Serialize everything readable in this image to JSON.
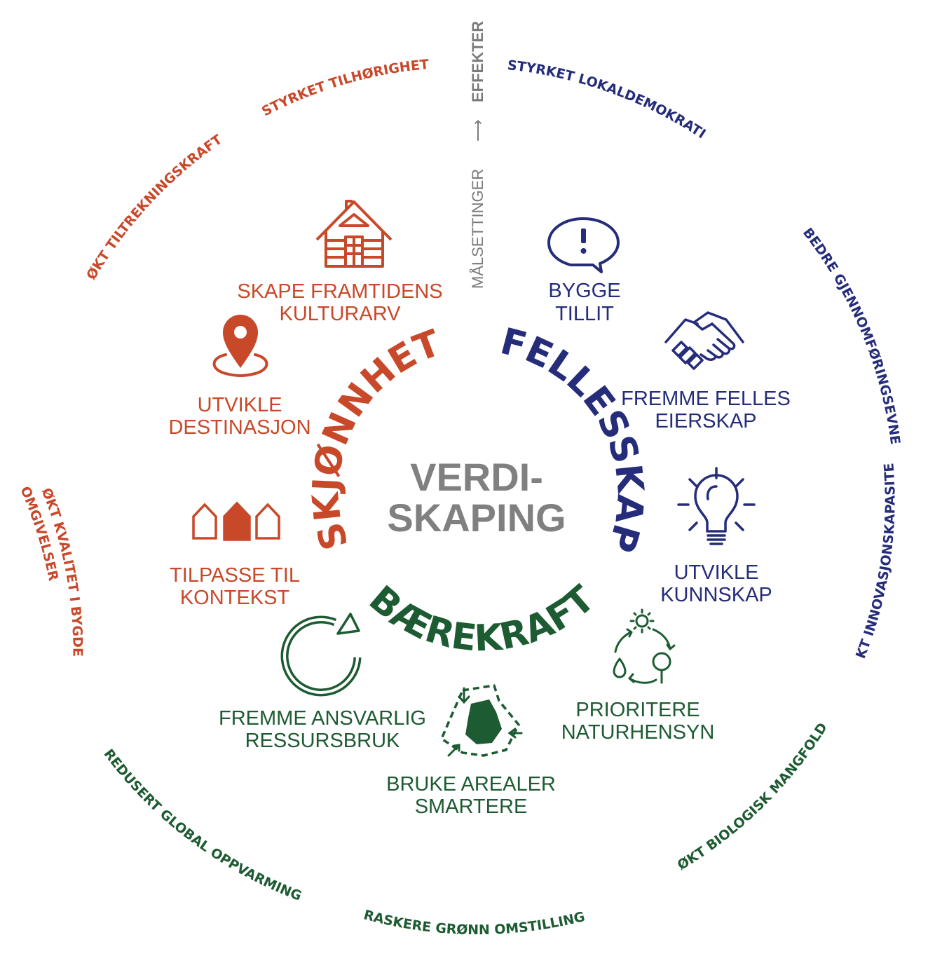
{
  "center": {
    "line1": "VERDI-",
    "line2": "SKAPING"
  },
  "axis": {
    "goals": "MÅLSETTINGER",
    "effects": "EFFEKTER",
    "arrow": "⟶"
  },
  "colors": {
    "red": "#C8482A",
    "blue": "#252D7B",
    "green": "#1D5B32",
    "gray": "#808080"
  },
  "pillars": {
    "skjonnhet": "SKJØNNHET",
    "fellesskap": "FELLESSKAP",
    "baerekraft": "BÆREKRAFT"
  },
  "goals": {
    "kulturarv": {
      "line1": "SKAPE FRAMTIDENS",
      "line2": "KULTURARV",
      "icon": "cabin-icon"
    },
    "destinasjon": {
      "line1": "UTVIKLE",
      "line2": "DESTINASJON",
      "icon": "map-pin-icon"
    },
    "kontekst": {
      "line1": "TILPASSE TIL",
      "line2": "KONTEKST",
      "icon": "houses-icon"
    },
    "tillit": {
      "line1": "BYGGE",
      "line2": "TILLIT",
      "icon": "speech-bubble-icon"
    },
    "eierskap": {
      "line1": "FREMME FELLES",
      "line2": "EIERSKAP",
      "icon": "handshake-icon"
    },
    "kunnskap": {
      "line1": "UTVIKLE",
      "line2": "KUNNSKAP",
      "icon": "lightbulb-icon"
    },
    "ressursbruk": {
      "line1": "FREMME ANSVARLIG",
      "line2": "RESSURSBRUK",
      "icon": "recycle-arrow-icon"
    },
    "arealer": {
      "line1": "BRUKE AREALER",
      "line2": "SMARTERE",
      "icon": "land-use-icon"
    },
    "naturhensyn": {
      "line1": "PRIORITERE",
      "line2": "NATURHENSYN",
      "icon": "nature-cycle-icon"
    }
  },
  "effects": {
    "tilhorighet": "STYRKET TILHØRIGHET",
    "tiltrekningskraft": "ØKT TILTREKNINGSKRAFT",
    "kvalitet_1": "ØKT KVALITET I BYGDE",
    "kvalitet_2": "OMGIVELSER",
    "lokaldemokrati": "STYRKET LOKALDEMOKRATI",
    "gjennomforing": "BEDRE GJENNOMFØRINGSEVNE",
    "innovasjon": "ØKT INNOVASJONSKAPASITET",
    "mangfold": "ØKT BIOLOGISK MANGFOLD",
    "omstilling": "RASKERE GRØNN OMSTILLING",
    "oppvarming": "REDUSERT GLOBAL  OPPVARMING"
  }
}
